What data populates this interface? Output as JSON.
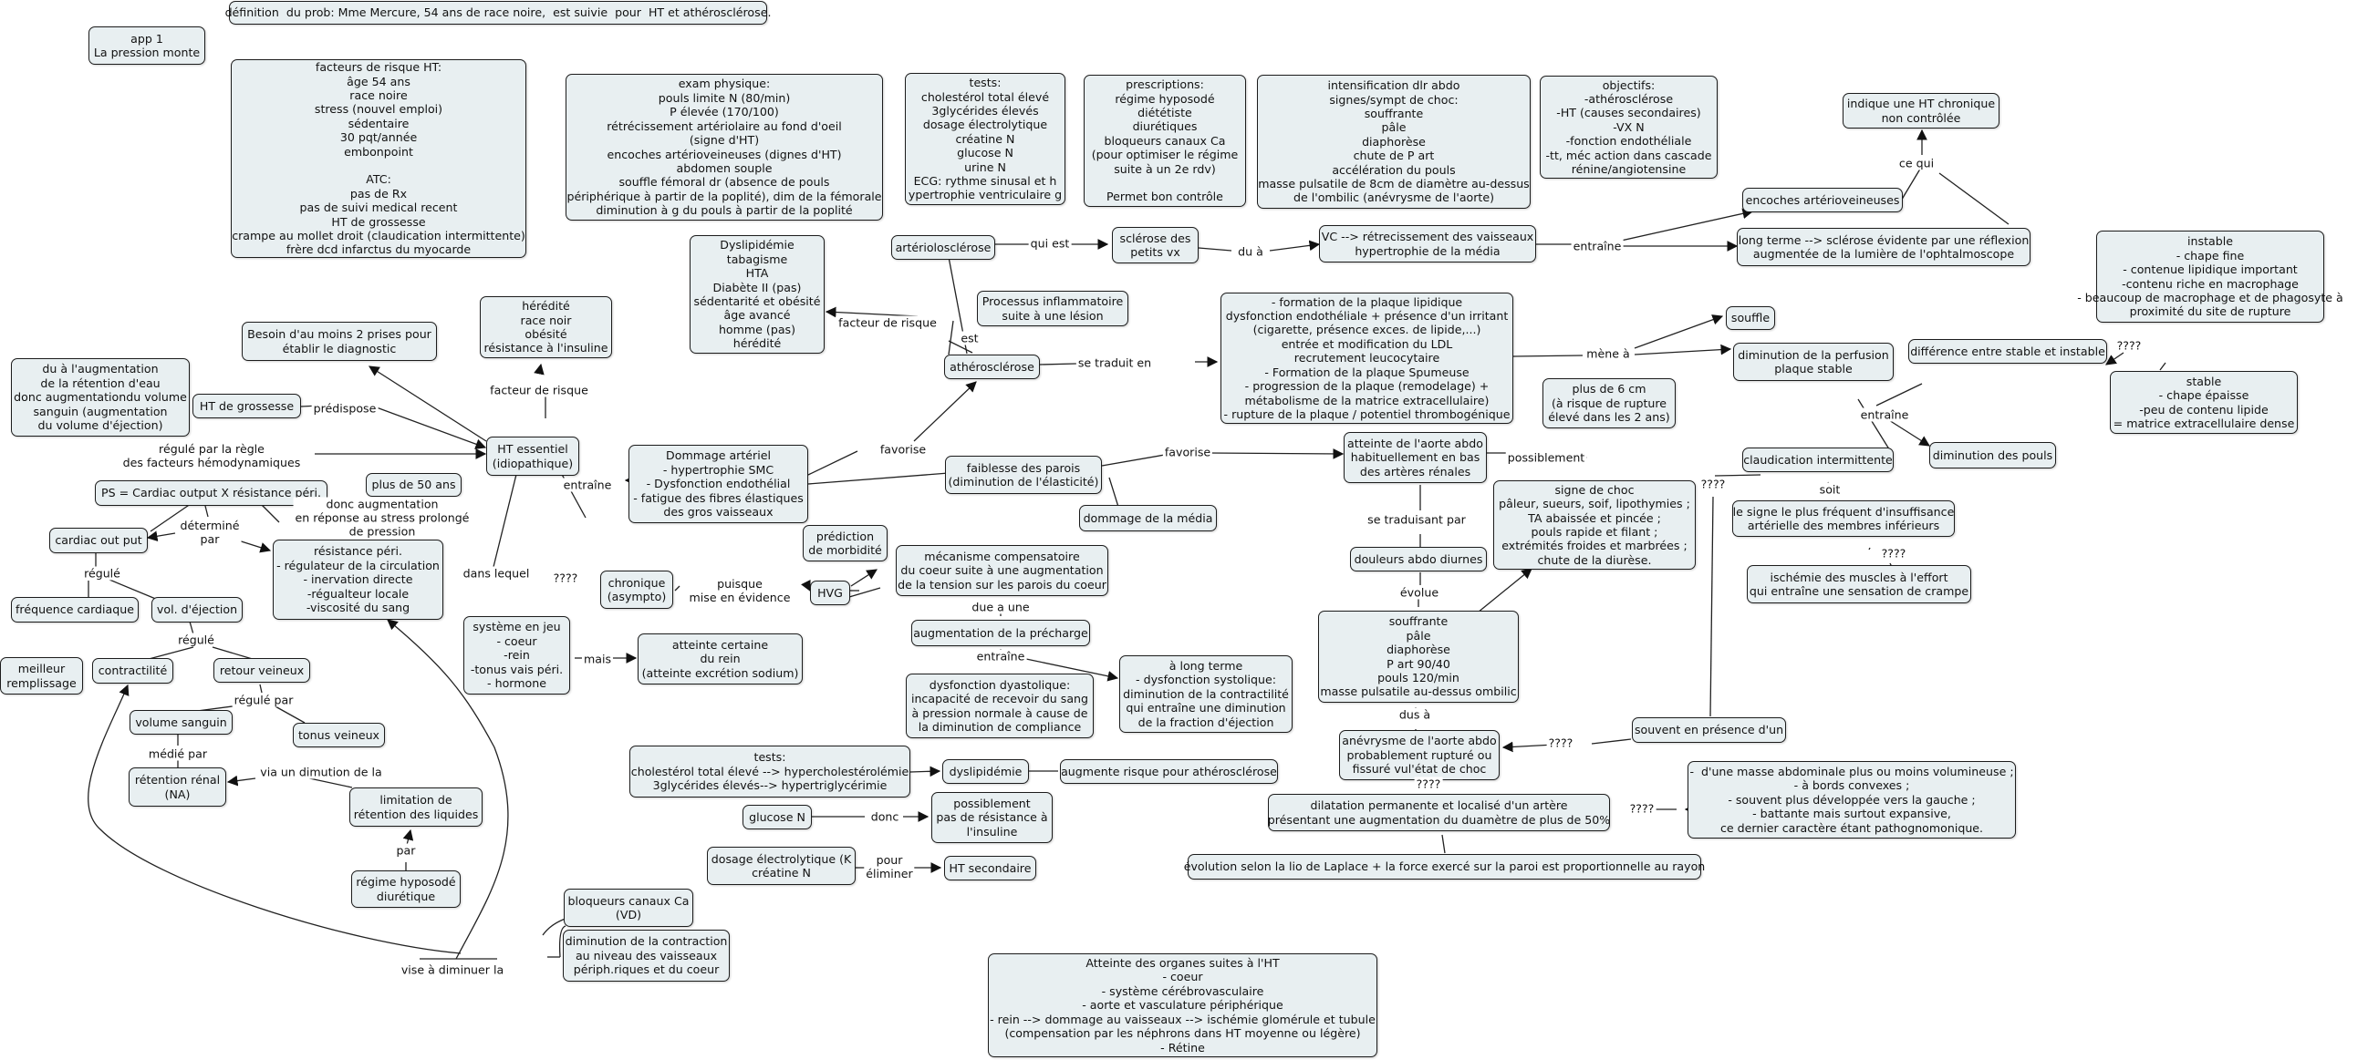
{
  "nodes": {
    "app": "app 1\nLa pression monte",
    "definition": "définition  du prob: Mme Mercure, 54 ans de race noire,  est suivie  pour  HT et athérosclérose.",
    "risk_factors": "facteurs de risque HT:\nâge 54 ans\nrace noire\nstress (nouvel emploi)\nsédentaire\n30 pqt/année\nembonpoint\n\nATC:\npas de Rx\npas de suivi medical recent\nHT de grossesse\ncrampe au mollet droit (claudication intermittente)\nfrère dcd infarctus du myocarde",
    "exam": "exam physique:\npouls limite N (80/min)\nP élevée (170/100)\nrétrécissement artériolaire au fond d'oeil\n(signe d'HT)\nencoches artérioveineuses (dignes d'HT)\nabdomen souple\nsouffle fémoral dr (absence de pouls\npériphérique à partir de la poplité), dim de la fémorale\ndiminution à g du pouls à partir de la poplité",
    "tests_top": "tests:\ncholestérol total élevé\n3glycérides élevés\ndosage électrolytique\ncréatine N\nglucose N\nurine N\nECG: rythme sinusal et h\nypertrophie ventriculaire g",
    "prescriptions": "prescriptions:\nrégime hyposodé\ndiététiste\ndiurétiques\nbloqueurs canaux Ca\n(pour optimiser le régime\nsuite à un 2e rdv)\n\nPermet bon contrôle",
    "intensification": "intensification dlr abdo\nsignes/sympt de choc:\nsouffrante\npâle\ndiaphorèse\nchute de P art\naccélération du pouls\nmasse pulsatile de 8cm de diamètre au-dessus\nde l'ombilic (anévrysme de l'aorte)",
    "objectifs": "objectifs:\n-athérosclérose\n-HT (causes secondaires)\n-VX N\n-fonction endothéliale\n-tt, méc action dans cascade\nrénine/angiotensine",
    "indique": "indique une HT chronique\nnon contrôlée",
    "encoches": "encoches artérioveineuses",
    "long_terme_sclerose": "long terme --> sclérose évidente par une réflexion\naugmentée de la lumière de l'ophtalmoscope",
    "vc": "VC --> rétrecissement des vaisseaux\nhypertrophie de la média",
    "sclerose_petits": "sclérose des\npetits vx",
    "arteriosclerose": "artériolosclérose",
    "dyslipidemie_box": "Dyslipidémie\ntabagisme\nHTA\nDiabète II (pas)\nsédentarité et obésité\nâge avancé\nhomme (pas)\nhérédité",
    "processus": "Processus inflammatoire\nsuite à une lésion",
    "atherosclerose": "athérosclérose",
    "plaque": "- formation de la plaque lipidique\ndysfonction endothéliale + présence d'un irritant\n(cigarette, présence exces. de lipide,...)\nentrée et modification du LDL\nrecrutement leucocytaire\n- Formation de la plaque Spumeuse\n- progression de la plaque (remodelage) +\nmétabolisme de la matrice extracellulaire)\n- rupture de la plaque / potentiel thrombogénique",
    "souffle": "souffle",
    "dim_perfusion": "diminution de la perfusion\nplaque stable",
    "instable": "instable\n- chape fine\n- contenue lipidique important\n-contenu riche en macrophage\n- beaucoup de macrophage et de phagosyte à\nproximité du site de rupture",
    "difference": "différence entre stable et instable",
    "stable": "stable\n- chape épaisse\n-peu de contenu lipide\n= matrice extracellulaire dense",
    "heredite": "hérédité\nrace noir\nobésité\nrésistance à l'insuline",
    "besoin": "Besoin d'au moins 2 prises pour\nétablir le diagnostic",
    "retention": "du à l'augmentation\nde la rétention d'eau\ndonc augmentationdu volume\nsanguin (augmentation\ndu volume d'éjection)",
    "ht_grossesse": "HT de grossesse",
    "ht_essentiel": "HT essentiel\n(idiopathique)",
    "dommage": "Dommage artériel\n- hypertrophie SMC\n- Dysfonction endothélial\n- fatigue des fibres élastiques\ndes gros vaisseaux",
    "faiblesse": "faiblesse des parois\n(diminution de l'élasticité)",
    "dommage_media": "dommage de la média",
    "atteinte_aorte": "atteinte de l'aorte abdo\nhabituellement en bas\ndes artères rénales",
    "plus6cm": "plus de 6 cm\n(à risque de rupture\nélevé dans les 2 ans)",
    "signe_choc": "signe de choc\npâleur, sueurs, soif, lipothymies ;\nTA abaissée et pincée ;\npouls rapide et filant ;\nextrémités froides et marbrées ;\nchute de la diurèse.",
    "claudication": "claudication intermittente",
    "dim_pouls": "diminution des pouls",
    "signe_frequent": "le signe le plus fréquent d'insuffisance\nartérielle des membres inférieurs",
    "ischemie": "ischémie des muscles à l'effort\nqui entraîne une sensation de crampe",
    "ps": "PS = Cardiac output X résistance péri.",
    "plus50": "plus de 50 ans",
    "cardiac": "cardiac out put",
    "resistance": "résistance péri.\n- régulateur de la circulation\n- inervation directe\n-régualteur locale\n-viscosité du sang",
    "frequence": "fréquence cardiaque",
    "vol_ejection": "vol. d'éjection",
    "meilleur": "meilleur\nremplissage",
    "contractilite": "contractilité",
    "retour": "retour veineux",
    "volume_sanguin": "volume sanguin",
    "tonus": "tonus veineux",
    "retention_renal": "rétention rénal\n(NA)",
    "limitation": "limitation de\nrétention des liquides",
    "regime": "régime hyposodé\ndiurétique",
    "systeme": "système en jeu\n- coeur\n-rein\n-tonus vais péri.\n- hormone",
    "chronique": "chronique\n(asympto)",
    "atteinte_rein": "atteinte certaine\ndu rein\n(atteinte excrétion sodium)",
    "hvg": "HVG",
    "prediction": "prédiction\nde morbidité",
    "mecanisme": "mécanisme compensatoire\ndu coeur suite à une augmentation\nde la tension sur les parois du coeur",
    "precharge": "augmentation de la précharge",
    "dysfonction_diast": "dysfonction dyastolique:\nincapacité de recevoir du sang\nà pression normale à cause de\nla diminution de compliance",
    "long_terme_sys": "à long terme\n- dysfonction systolique:\ndiminution de la contractilité\nqui entraîne une diminution\nde la fraction d'éjection",
    "douleurs": "douleurs abdo diurnes",
    "souffrante": "souffrante\npâle\ndiaphorèse\nP art 90/40\npouls 120/min\nmasse pulsatile au-dessus ombilic",
    "anevrysme": "anévrysme de l'aorte abdo\nprobablement rupturé ou\nfissuré vul'état de choc",
    "souvent": "souvent en présence d'un",
    "dilatation": "dilatation permanente et localisé d'un artère\nprésentant une augmentation du duamètre de plus de 50%",
    "masse_abdo": "-  d'une masse abdominale plus ou moins volumineuse ;\n- à bords convexes ;\n- souvent plus développée vers la gauche ;\n- battante mais surtout expansive,\nce dernier caractère étant pathognomonique.",
    "laplace": "évolution selon la lio de Laplace + la force exercé sur la paroi est proportionnelle au rayon",
    "tests_bottom": "tests:\ncholestérol total élevé --> hypercholestérolémie\n3glycérides élevés--> hypertriglycérimie",
    "dyslipidemie": "dyslipidémie",
    "augmente_risque": "augmente risque pour athérosclérose",
    "glucose": "glucose N",
    "possiblement": "possiblement\npas de résistance à\nl'insuline",
    "dosage": "dosage électrolytique (K\ncréatine N",
    "ht_secondaire": "HT secondaire",
    "bloqueurs": "bloqueurs canaux Ca\n(VD)",
    "diminution_contraction": "diminution de la contraction\nau niveau des vaisseaux\npériph.riques et du coeur",
    "atteinte_organes": "Atteinte des organes suites à l'HT\n- coeur\n- système cérébrovasculaire\n- aorte et vasculature périphérique\n- rein --> dommage au vaisseaux --> ischémie glomérule et tubule\n(compensation par les néphrons dans HT moyenne ou légère)\n- Rétine"
  },
  "labels": {
    "qui_est": "qui est",
    "du_a": "du à",
    "entraine_vc": "entraîne",
    "ce_qui": "ce qui",
    "facteur_risque_dys": "facteur de risque",
    "est": "est",
    "se_traduit_en": "se traduit en",
    "mene_a": "mène à",
    "q_diff": "????",
    "entraine_perf": "entraîne",
    "facteur_risque_her": "facteur de risque",
    "predispose": "prédispose",
    "regule_regle": "régulé par la règle\ndes facteurs hémodynamiques",
    "entraine_ht": "entraîne",
    "favorise_ath": "favorise",
    "favorise_aorte": "favorise",
    "possiblement_lbl": "possiblement",
    "donc_aug": "donc augmentation\nen réponse au stress prolongé\nde pression",
    "determine": "déterminé\npar",
    "regule_card": "régulé",
    "regule_vol": "régulé",
    "regule_par": "régulé par",
    "medie_par": "médié par",
    "via_dim": "via un dimution de la",
    "par": "par",
    "dans_lequel": "dans lequel",
    "q_chron": "????",
    "mais": "mais",
    "puisque": "puisque\nmise en évidence",
    "due_a": "due a une",
    "entraine_pre": "entraîne",
    "se_traduisant": "se traduisant par",
    "evolue": "évolue",
    "dus_a": "dus à",
    "q_souvent": "????",
    "q_dil": "????",
    "q_claud": "????",
    "soit": "soit",
    "q_ischemie": "????",
    "q_anev": "????",
    "donc": "donc",
    "pour_eliminer": "pour\néliminer",
    "vise": "vise à diminuer la"
  }
}
